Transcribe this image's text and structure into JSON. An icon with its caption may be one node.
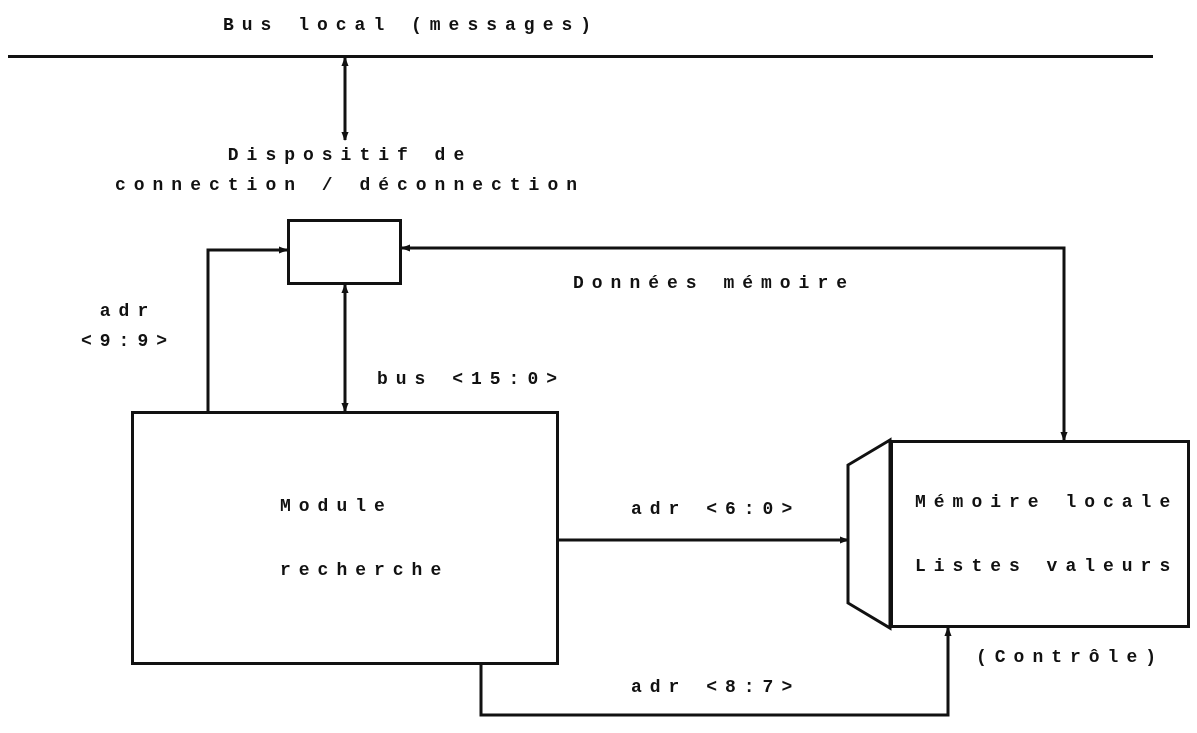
{
  "diagram": {
    "nodes": [
      {
        "text": [
          "Bus local (messages)"
        ]
      },
      {
        "text": [
          "Dispositif de connection / déconnection"
        ]
      },
      {
        "text": [
          "Module",
          "recherche"
        ]
      },
      {
        "text": [
          "Mémoire locale",
          "Listes valeurs"
        ],
        "beside": [
          "(Contrôle)"
        ]
      },
      {
        "text": [],
        "shape": "trapezoid"
      }
    ],
    "edges": [
      {
        "from": 0,
        "to": 1,
        "arrow": "both"
      },
      {
        "from": 2,
        "to": 1,
        "arrow": "to",
        "label": "adr <9:9>"
      },
      {
        "from": 1,
        "to": 2,
        "arrow": "both",
        "label": "bus <15:0>"
      },
      {
        "from": 1,
        "to": 3,
        "arrow": "both",
        "label": "Données mémoire"
      },
      {
        "from": 2,
        "to": 4,
        "arrow": "to",
        "label": "adr <6:0>"
      },
      {
        "from": 2,
        "to": 3,
        "arrow": "to",
        "label": "adr <8:7>"
      }
    ]
  }
}
